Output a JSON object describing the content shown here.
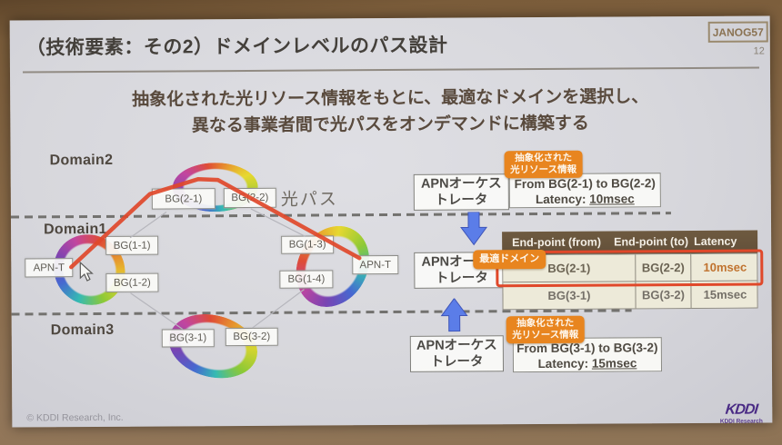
{
  "header": {
    "title": "（技術要素：その2）ドメインレベルのパス設計",
    "badge": "JANOG57",
    "page": "12"
  },
  "subtitle": {
    "line1": "抽象化された光リソース情報をもとに、最適なドメインを選択し、",
    "line2": "異なる事業者間で光パスをオンデマンドに構築する"
  },
  "diagram": {
    "domain2_label": "Domain2",
    "domain1_label": "Domain1",
    "domain3_label": "Domain3",
    "optical_path_label": "光パス",
    "nodes": {
      "bg2_1": "BG(2-1)",
      "bg2_2": "BG(2-2)",
      "bg1_1": "BG(1-1)",
      "bg1_2": "BG(1-2)",
      "bg1_3": "BG(1-3)",
      "bg1_4": "BG(1-4)",
      "bg3_1": "BG(3-1)",
      "bg3_2": "BG(3-2)",
      "apn_t_left": "APN-T",
      "apn_t_right": "APN-T"
    }
  },
  "orchestrator": {
    "apn_line1": "APNオーケス",
    "apn_line2": "トレータ",
    "abstract_badge_line1": "抽象化された",
    "abstract_badge_line2": "光リソース情報",
    "optimal_domain_badge": "最適ドメイン",
    "info_top_line1": "From BG(2-1) to BG(2-2)",
    "info_top_latency_label": "Latency: ",
    "info_top_latency_value": "10msec",
    "info_bottom_line1": "From BG(3-1) to BG(3-2)",
    "info_bottom_latency_label": "Latency: ",
    "info_bottom_latency_value": "15msec"
  },
  "table": {
    "headers": [
      "End-point (from)",
      "End-point (to)",
      "Latency"
    ],
    "rows": [
      {
        "from": "BG(2-1)",
        "to": "BG(2-2)",
        "latency": "10msec"
      },
      {
        "from": "BG(3-1)",
        "to": "BG(3-2)",
        "latency": "15msec"
      }
    ]
  },
  "footer": {
    "copyright": "© KDDI Research, Inc.",
    "logo_text": "KDDI",
    "logo_subtext": "KDDI Research"
  },
  "colors": {
    "accent_orange": "#e8851f",
    "path_red": "#e0482a",
    "arrow_blue": "#5b7de8",
    "table_header_brown": "#68543a",
    "row_cream": "#edead9"
  }
}
